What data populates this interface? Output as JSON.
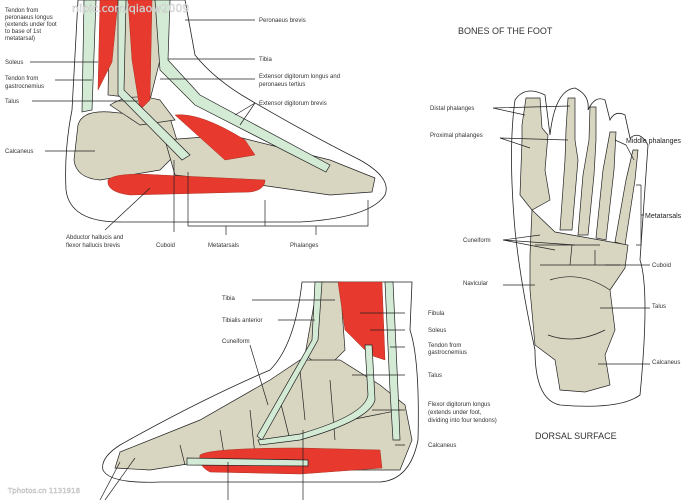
{
  "title": "BONES OF THE FOOT",
  "dorsal_caption": "DORSAL SURFACE",
  "watermark_top": "nipic.com/qiaow2009",
  "watermark_bottom": "Tphotos.cn 1131918",
  "colors": {
    "bone": "#d8d5c0",
    "tendon": "#d3ead5",
    "muscle": "#e8392f",
    "outline": "#222222"
  },
  "lateral_view": {
    "left_labels": [
      {
        "lines": [
          "Tendon from",
          "peronaeus longus",
          "(extends under foot",
          "to base of 1st",
          "metatarsal)"
        ]
      },
      {
        "lines": [
          "Soleus"
        ]
      },
      {
        "lines": [
          "Tendon from",
          "gastrocnemius"
        ]
      },
      {
        "lines": [
          "Talus"
        ]
      },
      {
        "lines": [
          "Calcaneus"
        ]
      }
    ],
    "right_labels": [
      {
        "lines": [
          "Peronaeus brevis"
        ]
      },
      {
        "lines": [
          "Tibia"
        ]
      },
      {
        "lines": [
          "Extensor digitorum longus and",
          "peronaeus tertius"
        ]
      },
      {
        "lines": [
          "Extensor digitorum brevis"
        ]
      }
    ],
    "bottom_labels": [
      {
        "lines": [
          "Abductor hallucis and",
          "flexor hallucis brevis"
        ]
      },
      {
        "lines": [
          "Cuboid"
        ]
      },
      {
        "lines": [
          "Metatarsals"
        ]
      },
      {
        "lines": [
          "Phalanges"
        ]
      }
    ]
  },
  "dorsal_view": {
    "labels": [
      "Distal phalanges",
      "Proximal phalanges",
      "Middle phalanges",
      "Metatarsals",
      "Cuneiform",
      "Cuboid",
      "Navicular",
      "Talus",
      "Calcaneus"
    ]
  },
  "medial_view": {
    "labels": [
      "Tibia",
      "Tibialis anterior",
      "Cuneiform",
      "Fibula",
      "Soleus"
    ],
    "tendon_label": [
      "Tendon from",
      "gastrocnemius"
    ],
    "talus_label": "Talus",
    "flexor_label": [
      "Flexor digitorum longus",
      "(extends under foot,",
      "dividing into four tendons)"
    ],
    "calcaneus_label": "Calcaneus"
  }
}
